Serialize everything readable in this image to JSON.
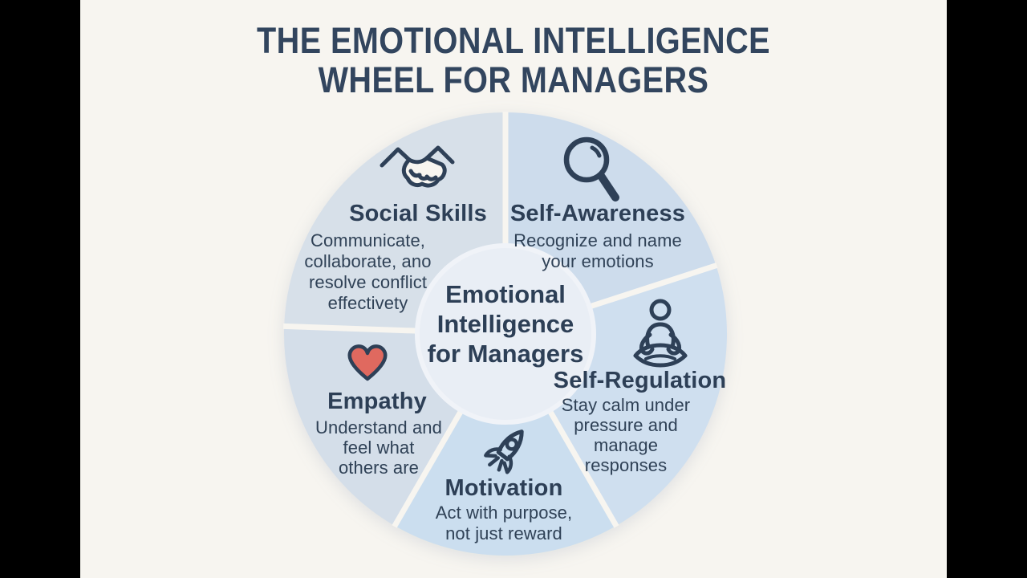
{
  "page": {
    "background_color": "#f7f5f0",
    "letterbox_color": "#000000",
    "text_color": "#2d3f56",
    "title_color": "#32455e"
  },
  "title": {
    "line1": "THE EMOTIONAL INTELLIGENCE",
    "line2": "WHEEL FOR MANAGERS"
  },
  "center": {
    "line1": "Emotional",
    "line2": "Intelligence",
    "line3": "for Managers",
    "color": "#e9eef5"
  },
  "wheel": {
    "divider_color": "#f7f5f0",
    "center_color": "#e9eef5",
    "segments": [
      {
        "name": "Self-Awareness",
        "icon": "magnifier-icon",
        "start": 0,
        "end": 72,
        "color": "#cddcec",
        "desc_lines": {
          "0": "Recognize and name",
          "1": "your emotions"
        }
      },
      {
        "name": "Self-Regulation",
        "icon": "meditation-icon",
        "start": 72,
        "end": 150,
        "color": "#cfdfef",
        "desc_lines": {
          "0": "Stay calm under",
          "1": "pressure and",
          "2": "manage",
          "3": "responses"
        }
      },
      {
        "name": "Motivation",
        "icon": "rocket-icon",
        "start": 150,
        "end": 210,
        "color": "#cbdeef",
        "desc_lines": {
          "0": "Act with purpose,",
          "1": "not just reward"
        }
      },
      {
        "name": "Empathy",
        "icon": "heart-icon",
        "start": 210,
        "end": 272,
        "color": "#d4dee9",
        "desc_lines": {
          "0": "Understand and",
          "1": "feel what",
          "2": "others are"
        },
        "heart_color": "#e0695f"
      },
      {
        "name": "Social Skills",
        "icon": "handshake-icon",
        "start": 272,
        "end": 360,
        "color": "#d7e0e9",
        "desc_lines": {
          "0": "Communicate,",
          "1": "collaborate, ano",
          "2": "resolve conflict",
          "3": "effectivety"
        }
      }
    ]
  }
}
